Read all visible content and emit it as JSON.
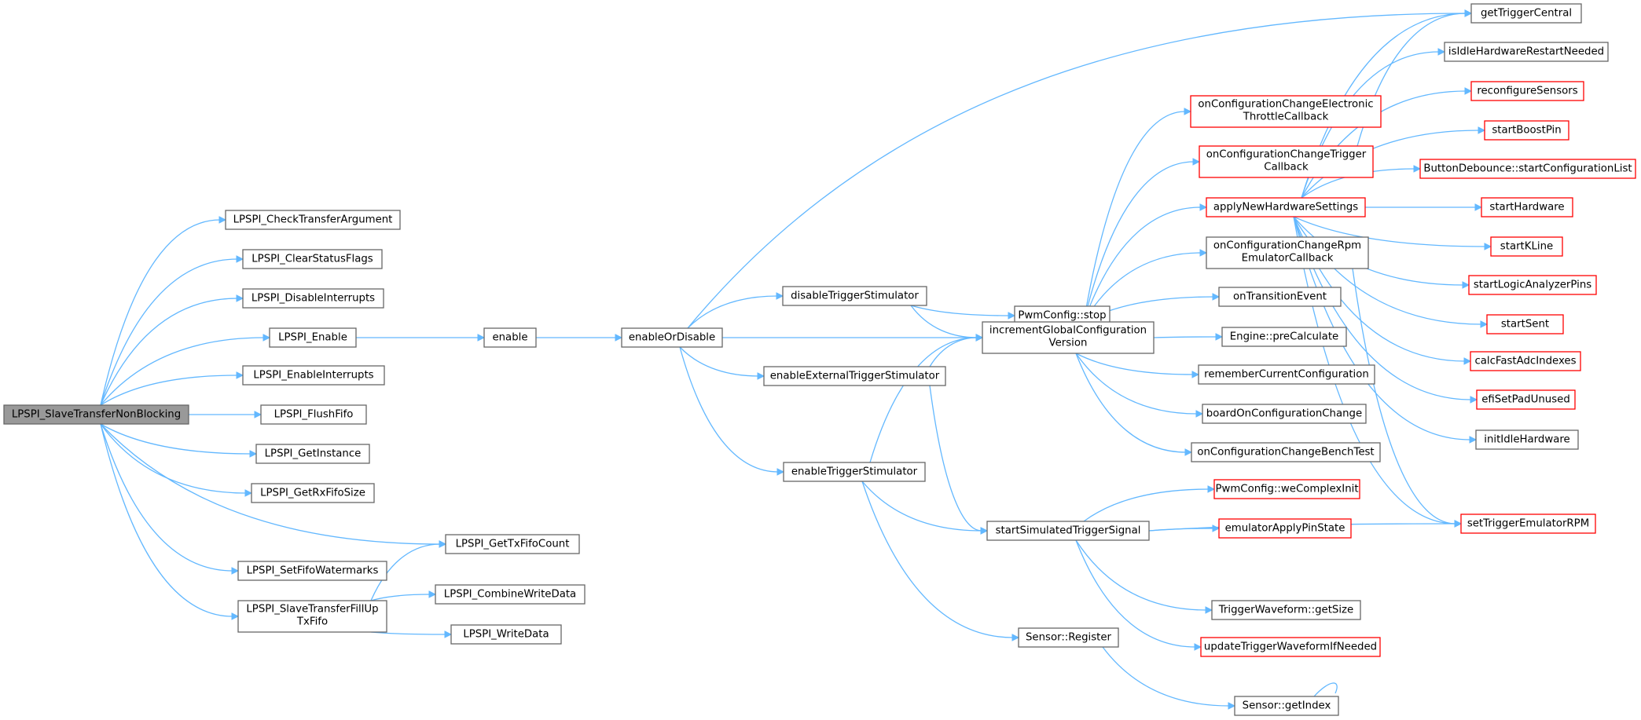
{
  "colors": {
    "edge": "#63b8ff",
    "node_border": "#666666",
    "node_border_incomplete": "#ff0000",
    "root_fill": "#999999",
    "background": "#ffffff"
  },
  "nodes": {
    "root": {
      "lines": [
        "LPSPI_SlaveTransferNonBlocking"
      ]
    },
    "checkArg": {
      "lines": [
        "LPSPI_CheckTransferArgument"
      ]
    },
    "clearStatus": {
      "lines": [
        "LPSPI_ClearStatusFlags"
      ]
    },
    "disableInt": {
      "lines": [
        "LPSPI_DisableInterrupts"
      ]
    },
    "lpspiEnable": {
      "lines": [
        "LPSPI_Enable"
      ]
    },
    "enableInt": {
      "lines": [
        "LPSPI_EnableInterrupts"
      ]
    },
    "flushFifo": {
      "lines": [
        "LPSPI_FlushFifo"
      ]
    },
    "getInstance": {
      "lines": [
        "LPSPI_GetInstance"
      ]
    },
    "getRxFifoSize": {
      "lines": [
        "LPSPI_GetRxFifoSize"
      ]
    },
    "getTxFifoCount": {
      "lines": [
        "LPSPI_GetTxFifoCount"
      ]
    },
    "setFifoWm": {
      "lines": [
        "LPSPI_SetFifoWatermarks"
      ]
    },
    "fillUp": {
      "lines": [
        "LPSPI_SlaveTransferFillUp",
        "TxFifo"
      ]
    },
    "combineWrite": {
      "lines": [
        "LPSPI_CombineWriteData"
      ]
    },
    "writeData": {
      "lines": [
        "LPSPI_WriteData"
      ]
    },
    "enable": {
      "lines": [
        "enable"
      ]
    },
    "enableOrDisable": {
      "lines": [
        "enableOrDisable"
      ]
    },
    "disableTrig": {
      "lines": [
        "disableTriggerStimulator"
      ]
    },
    "enableExtTrig": {
      "lines": [
        "enableExternalTriggerStimulator"
      ]
    },
    "enableTrig": {
      "lines": [
        "enableTriggerStimulator"
      ]
    },
    "pwmStop": {
      "lines": [
        "PwmConfig::stop"
      ]
    },
    "incGlobal": {
      "lines": [
        "incrementGlobalConfiguration",
        "Version"
      ]
    },
    "startSim": {
      "lines": [
        "startSimulatedTriggerSignal"
      ]
    },
    "sensorRegister": {
      "lines": [
        "Sensor::Register"
      ]
    },
    "sensorGetIndex": {
      "lines": [
        "Sensor::getIndex"
      ]
    },
    "onCfgEtb": {
      "lines": [
        "onConfigurationChangeElectronic",
        "ThrottleCallback"
      ]
    },
    "onCfgTrig": {
      "lines": [
        "onConfigurationChangeTrigger",
        "Callback"
      ]
    },
    "applyHw": {
      "lines": [
        "applyNewHardwareSettings"
      ]
    },
    "onCfgRpm": {
      "lines": [
        "onConfigurationChangeRpm",
        "EmulatorCallback"
      ]
    },
    "onTransition": {
      "lines": [
        "onTransitionEvent"
      ]
    },
    "preCalc": {
      "lines": [
        "Engine::preCalculate"
      ]
    },
    "rememberCfg": {
      "lines": [
        "rememberCurrentConfiguration"
      ]
    },
    "boardOnCfg": {
      "lines": [
        "boardOnConfigurationChange"
      ]
    },
    "onCfgBench": {
      "lines": [
        "onConfigurationChangeBenchTest"
      ]
    },
    "pwmComplex": {
      "lines": [
        "PwmConfig::weComplexInit"
      ]
    },
    "emuApply": {
      "lines": [
        "emulatorApplyPinState"
      ]
    },
    "trigWaveSize": {
      "lines": [
        "TriggerWaveform::getSize"
      ]
    },
    "updTrigWave": {
      "lines": [
        "updateTriggerWaveformIfNeeded"
      ]
    },
    "getTrigCentral": {
      "lines": [
        "getTriggerCentral"
      ]
    },
    "isIdleRestart": {
      "lines": [
        "isIdleHardwareRestartNeeded"
      ]
    },
    "reconfSensors": {
      "lines": [
        "reconfigureSensors"
      ]
    },
    "startBoost": {
      "lines": [
        "startBoostPin"
      ]
    },
    "btnDebounce": {
      "lines": [
        "ButtonDebounce::startConfigurationList"
      ]
    },
    "startHw": {
      "lines": [
        "startHardware"
      ]
    },
    "startKLine": {
      "lines": [
        "startKLine"
      ]
    },
    "startLogic": {
      "lines": [
        "startLogicAnalyzerPins"
      ]
    },
    "startSent": {
      "lines": [
        "startSent"
      ]
    },
    "calcFastAdc": {
      "lines": [
        "calcFastAdcIndexes"
      ]
    },
    "efiSetPad": {
      "lines": [
        "efiSetPadUnused"
      ]
    },
    "initIdle": {
      "lines": [
        "initIdleHardware"
      ]
    },
    "setTrigEmu": {
      "lines": [
        "setTriggerEmulatorRPM"
      ]
    }
  }
}
